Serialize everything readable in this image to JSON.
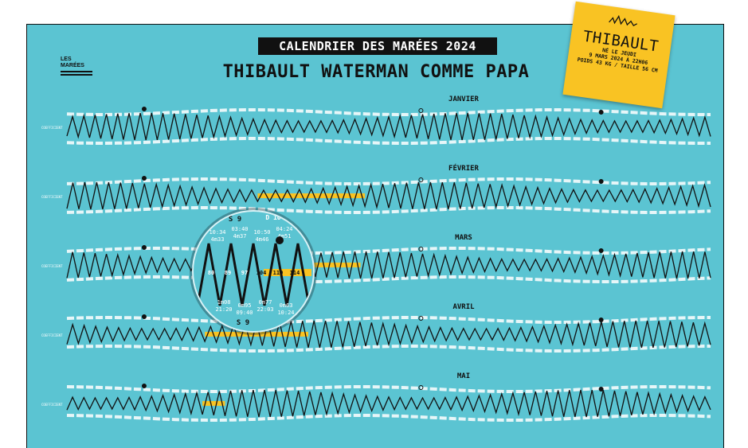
{
  "poster": {
    "title": "CALENDRIER DES MARÉES 2024",
    "subtitle": "THIBAULT WATERMAN COMME PAPA",
    "logo_line1": "LES",
    "logo_line2": "MARÉES",
    "background_color": "#5bc4d2",
    "highlight_color": "#f9c323"
  },
  "months": [
    {
      "name": "JANVIER",
      "cycles": 57,
      "highlight": null
    },
    {
      "name": "FÉVRIER",
      "cycles": 54,
      "highlight": [
        16,
        25
      ]
    },
    {
      "name": "MARS",
      "cycles": 57,
      "highlight": [
        17,
        26
      ]
    },
    {
      "name": "AVRIL",
      "cycles": 56,
      "highlight": [
        12,
        21
      ]
    },
    {
      "name": "MAI",
      "cycles": 57,
      "highlight": [
        12,
        14
      ]
    }
  ],
  "row_label": "COEFFICIENT",
  "magnifier": {
    "top_date": "S 9",
    "next_date": "D 10",
    "top_times": [
      "10:34",
      "03:40",
      "10:50",
      "04:24"
    ],
    "top_heights": [
      "4m33",
      "4m37",
      "4m46",
      "4m51"
    ],
    "coefficients": [
      "80",
      "89",
      "97",
      "104",
      "110",
      "114"
    ],
    "bottom_heights": [
      "1m08",
      "0m95",
      "0m77",
      "0m63"
    ],
    "bottom_times": [
      "21:20",
      "09:40",
      "22:03",
      "10:24"
    ],
    "bottom_date": "S 9"
  },
  "sticker": {
    "name": "THIBAULT",
    "line1": "NÉ LE JEUDI",
    "line2": "9 MARS 2024 À 22H06",
    "line3": "POIDS 43 KG / TAILLE 56 CM"
  }
}
